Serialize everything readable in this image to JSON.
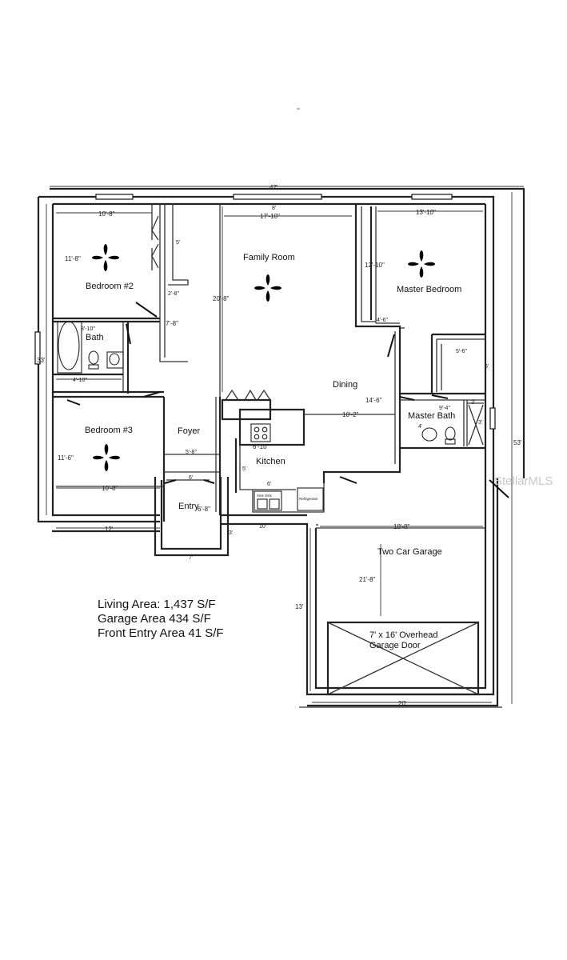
{
  "rooms": {
    "bedroom2": "Bedroom #2",
    "bath": "Bath",
    "bedroom3": "Bedroom #3",
    "foyer": "Foyer",
    "entry": "Entry",
    "family_room": "Family Room",
    "dining": "Dining",
    "kitchen": "Kitchen",
    "master_bedroom": "Master Bedroom",
    "master_bath": "Master Bath",
    "garage": "Two Car Garage",
    "overhead_door_line1": "7' x 16' Overhead",
    "overhead_door_line2": "Garage Door"
  },
  "dimensions": {
    "overall_width": "47'",
    "overall_depth_left": "33'",
    "overall_depth_right": "53'",
    "bed2_width": "10'-8\"",
    "bed2_depth": "11'-8\"",
    "closet_depth": "5'",
    "hall_width": "2'-8\"",
    "hall_length": "7'-8\"",
    "bath_width": "8'-10\"",
    "bath_length": "4'-10\"",
    "bed3_depth": "11'-6\"",
    "bed3_width": "10'-8\"",
    "foyer_width": "5'-8\"",
    "front_width": "12'",
    "entry_top": "6'",
    "entry_depth": "6'-8\"",
    "entry_bottom": "7'",
    "entry_side": "3'",
    "window_width": "8'",
    "family_width": "17'-10\"",
    "family_depth": "20'-8\"",
    "dining_depth": "14'-6\"",
    "dining_width": "10'-2\"",
    "kitchen_width": "6'-10\"",
    "kitchen_side": "5'",
    "kitchen_bottom": "6'",
    "kitchen_rear": "10'",
    "master_width": "13'-10\"",
    "master_depth": "12'-10\"",
    "master_closet_width": "4'-6\"",
    "walkin_width": "5'-6\"",
    "walkin_depth": "6'",
    "master_bath_width": "9'-4\"",
    "master_bath_small": "3'",
    "master_bath_vanity": "4'",
    "master_bath_shower": "3'",
    "garage_width": "18'-8\"",
    "garage_depth": "21'-8\"",
    "garage_side": "13'",
    "garage_front": "20'"
  },
  "appliances": {
    "sink_label": "Sink Sink",
    "fridge_label": "Refrigerator"
  },
  "areas": {
    "living": "Living Area: 1,437 S/F",
    "garage": "Garage Area 434 S/F",
    "front_entry": "Front Entry Area 41 S/F"
  },
  "watermark": "StellarMLS"
}
